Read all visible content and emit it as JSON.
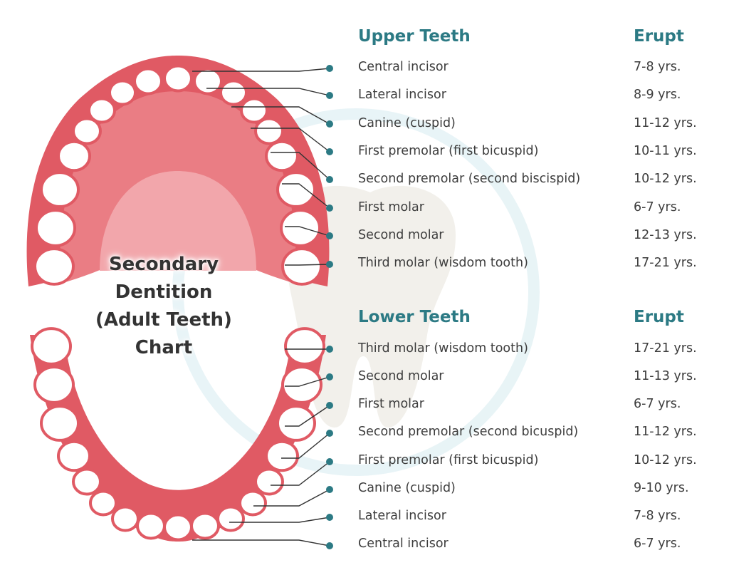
{
  "title_lines": [
    "Secondary",
    "Dentition",
    "(Adult Teeth)",
    "Chart"
  ],
  "upper": {
    "heading": "Upper Teeth",
    "erupt_heading": "Erupt",
    "rows": [
      {
        "name": "Central incisor",
        "erupt": "7-8 yrs."
      },
      {
        "name": "Lateral incisor",
        "erupt": "8-9 yrs."
      },
      {
        "name": "Canine (cuspid)",
        "erupt": "11-12 yrs."
      },
      {
        "name": "First premolar (first bicuspid)",
        "erupt": "10-11 yrs."
      },
      {
        "name": "Second premolar (second biscispid)",
        "erupt": "10-12 yrs."
      },
      {
        "name": "First molar",
        "erupt": "6-7 yrs."
      },
      {
        "name": "Second molar",
        "erupt": "12-13 yrs."
      },
      {
        "name": "Third molar (wisdom tooth)",
        "erupt": "17-21 yrs."
      }
    ]
  },
  "lower": {
    "heading": "Lower Teeth",
    "erupt_heading": "Erupt",
    "rows": [
      {
        "name": "Third molar (wisdom tooth)",
        "erupt": "17-21 yrs."
      },
      {
        "name": "Second molar",
        "erupt": "11-13 yrs."
      },
      {
        "name": "First molar",
        "erupt": "6-7 yrs."
      },
      {
        "name": "Second premolar (second bicuspid)",
        "erupt": "11-12 yrs."
      },
      {
        "name": "First premolar (first bicuspid)",
        "erupt": "10-12 yrs."
      },
      {
        "name": "Canine (cuspid)",
        "erupt": "9-10 yrs."
      },
      {
        "name": "Lateral incisor",
        "erupt": "7-8 yrs."
      },
      {
        "name": "Central incisor",
        "erupt": "6-7 yrs."
      }
    ]
  },
  "colors": {
    "heading": "#2c7a84",
    "gum": "#e05a64",
    "gum_inner": "#ea7d84",
    "palate": "#f2a6ab",
    "tooth": "#ffffff",
    "leader_line": "#333333",
    "dot": "#2c7a84",
    "watermark": "#e3f1f5"
  }
}
